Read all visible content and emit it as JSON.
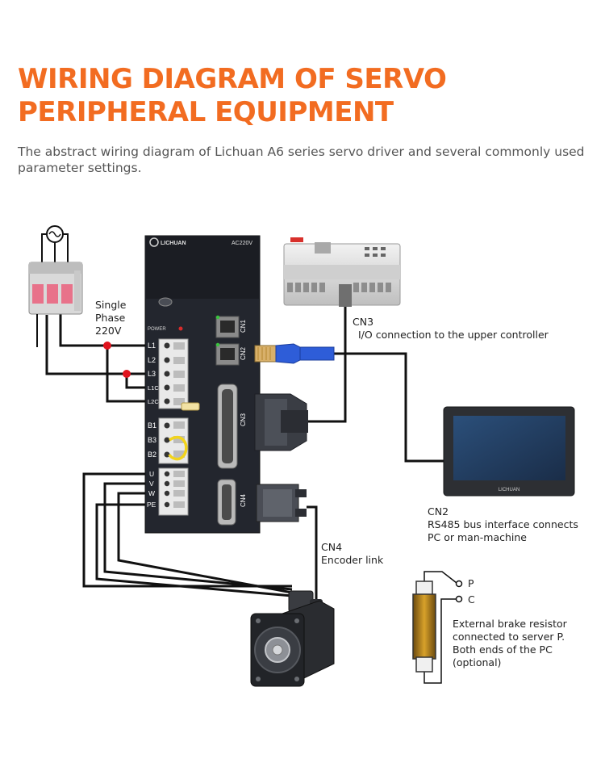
{
  "header": {
    "title_line1": "WIRING DIAGRAM OF SERVO",
    "title_line2": "PERIPHERAL EQUIPMENT",
    "subtitle": "The abstract wiring diagram of Lichuan A6 series servo driver and several commonly used parameter settings."
  },
  "colors": {
    "title": "#f26c21",
    "wire": "#111111",
    "node": "#e0141e",
    "driver": "#23262e",
    "cable_blue": "#2e5dd8"
  },
  "driver": {
    "brand": "LICHUAN",
    "voltage": "AC220V",
    "power_label": "POWER",
    "terminals_power": [
      "L1",
      "L2",
      "L3",
      "L1C",
      "L2C"
    ],
    "terminals_brake": [
      "B1",
      "B3",
      "B2"
    ],
    "terminals_motor": [
      "U",
      "V",
      "W",
      "PE"
    ],
    "ports": [
      "CN1",
      "CN2",
      "CN3",
      "CN4"
    ]
  },
  "hmi": {
    "brand": "LICHUAN"
  },
  "labels": {
    "power_supply": [
      "Single",
      "Phase",
      "220V"
    ],
    "cn3": [
      "CN3",
      "I/O connection to the upper controller"
    ],
    "cn2": [
      "CN2",
      "RS485 bus interface connects",
      "PC or man-machine"
    ],
    "cn4": [
      "CN4",
      "Encoder link"
    ],
    "resistor_terminals": [
      "P",
      "C"
    ],
    "resistor": [
      "External brake resistor",
      "connected to server P.",
      "Both ends of the PC",
      "(optional)"
    ]
  }
}
